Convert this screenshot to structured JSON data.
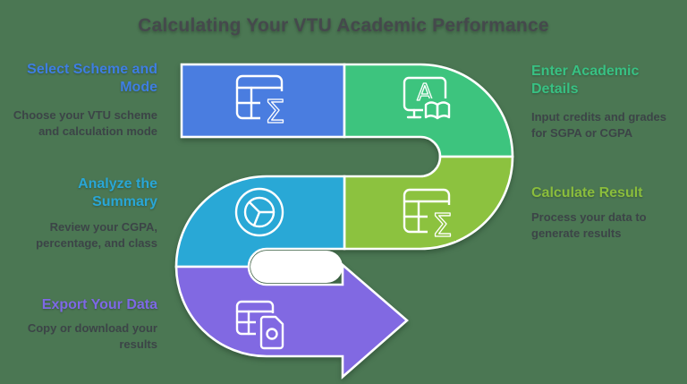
{
  "title": "Calculating Your VTU Academic Performance",
  "background_color": "#4b7753",
  "title_color": "#45494c",
  "description_color": "#3c4447",
  "steps": [
    {
      "id": "select-scheme-mode",
      "heading": "Select Scheme and\nMode",
      "description": "Choose your VTU scheme\nand calculation mode",
      "accent": "#4a7de0",
      "heading_color": "#3e7ee2",
      "icon": "table-sigma-icon",
      "side": "left"
    },
    {
      "id": "enter-academic-details",
      "heading": "Enter Academic\nDetails",
      "description": "Input credits and grades\nfor SGPA or CGPA",
      "accent": "#3dc47e",
      "heading_color": "#38c183",
      "icon": "screen-letter-a-book-icon",
      "side": "right"
    },
    {
      "id": "calculate-result",
      "heading": "Calculate Result",
      "description": "Process your data to\ngenerate results",
      "accent": "#8cc23f",
      "heading_color": "#8abd3c",
      "icon": "table-sigma-icon",
      "side": "right"
    },
    {
      "id": "analyze-summary",
      "heading": "Analyze the\nSummary",
      "description": "Review your CGPA,\npercentage, and class",
      "accent": "#29a8d6",
      "heading_color": "#29a6d6",
      "icon": "pie-chart-icon",
      "side": "left"
    },
    {
      "id": "export-your-data",
      "heading": "Export Your Data",
      "description": "Copy or download your\nresults",
      "accent": "#8169e2",
      "heading_color": "#7e68e6",
      "icon": "table-lock-icon",
      "side": "left"
    }
  ],
  "glyphs": {
    "sigma": "Σ",
    "letter_a": "A"
  }
}
